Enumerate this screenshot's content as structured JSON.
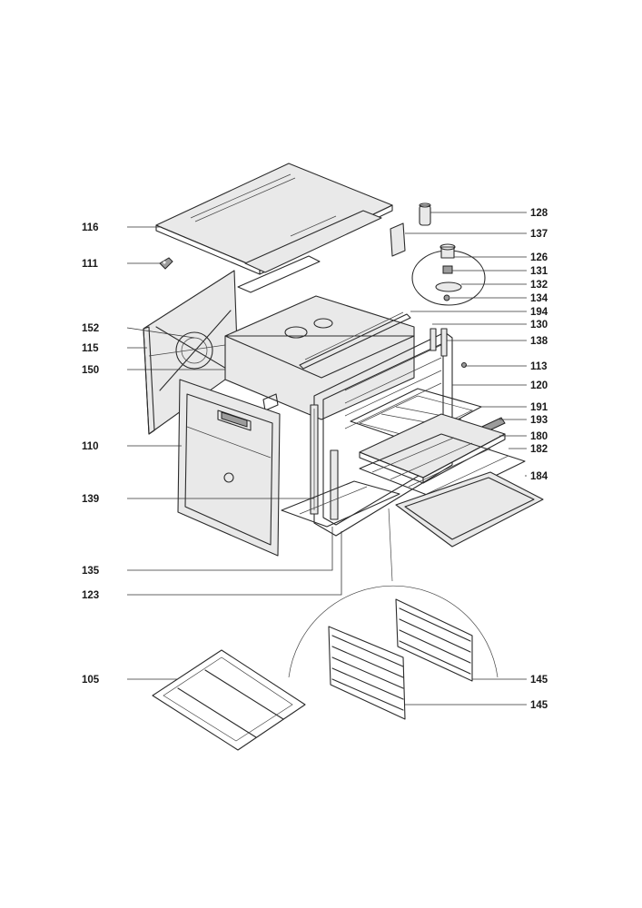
{
  "callouts": [
    {
      "id": "c116",
      "label": "116"
    },
    {
      "id": "c111",
      "label": "111"
    },
    {
      "id": "c152",
      "label": "152"
    },
    {
      "id": "c115",
      "label": "115"
    },
    {
      "id": "c150",
      "label": "150"
    },
    {
      "id": "c110",
      "label": "110"
    },
    {
      "id": "c139",
      "label": "139"
    },
    {
      "id": "c135",
      "label": "135"
    },
    {
      "id": "c123",
      "label": "123"
    },
    {
      "id": "c105",
      "label": "105"
    },
    {
      "id": "c128",
      "label": "128"
    },
    {
      "id": "c137",
      "label": "137"
    },
    {
      "id": "c126",
      "label": "126"
    },
    {
      "id": "c131",
      "label": "131"
    },
    {
      "id": "c132",
      "label": "132"
    },
    {
      "id": "c134",
      "label": "134"
    },
    {
      "id": "c194",
      "label": "194"
    },
    {
      "id": "c130",
      "label": "130"
    },
    {
      "id": "c138",
      "label": "138"
    },
    {
      "id": "c113",
      "label": "113"
    },
    {
      "id": "c120",
      "label": "120"
    },
    {
      "id": "c191",
      "label": "191"
    },
    {
      "id": "c193",
      "label": "193"
    },
    {
      "id": "c180",
      "label": "180"
    },
    {
      "id": "c182",
      "label": "182"
    },
    {
      "id": "c184",
      "label": "184"
    },
    {
      "id": "c145a",
      "label": "145"
    },
    {
      "id": "c145b",
      "label": "145"
    }
  ]
}
